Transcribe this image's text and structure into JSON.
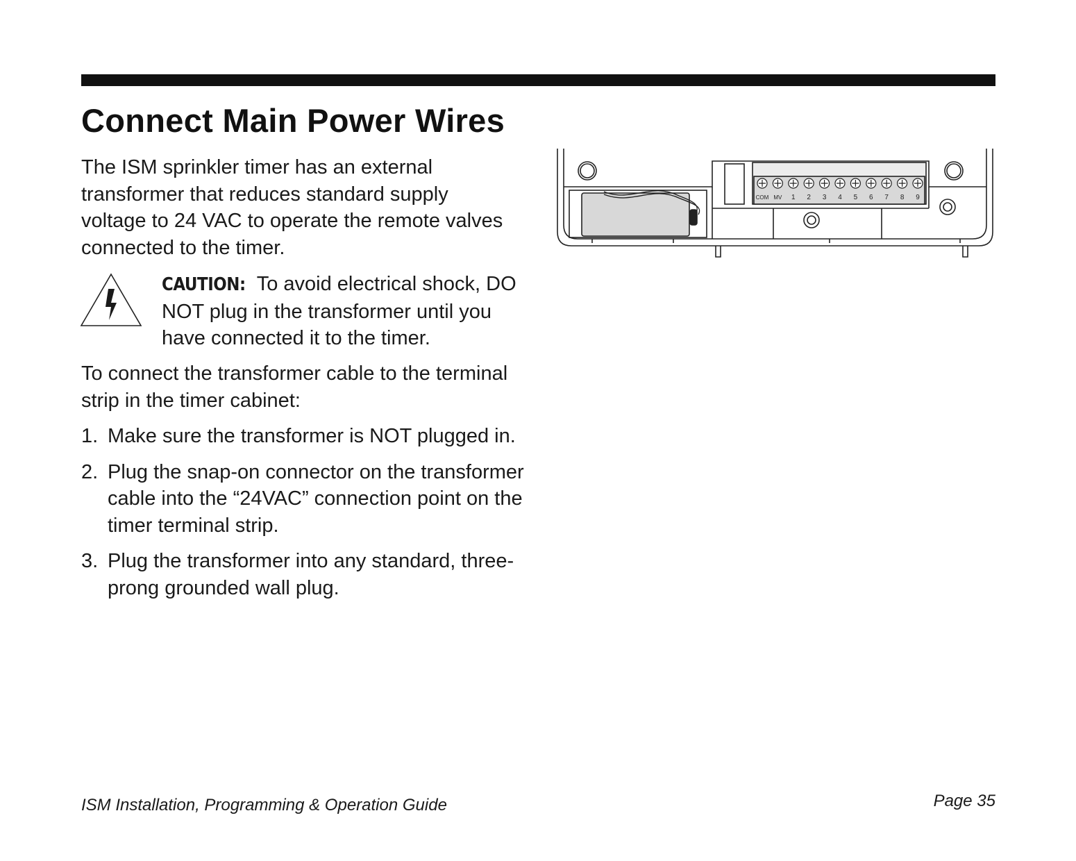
{
  "page": {
    "title": "Connect Main Power Wires",
    "intro": "The ISM sprinkler timer has an external transformer that reduces standard supply voltage to 24 VAC to operate the remote valves connected to the timer.",
    "caution": {
      "label": "CAUTION:",
      "text": " To avoid electrical shock, DO NOT plug in the transformer until you have connected it to the timer."
    },
    "connect_intro": "To connect the transformer cable to the terminal strip in the timer cabinet:",
    "steps": [
      {
        "num": "1.",
        "text": "Make sure the transformer is NOT plugged in."
      },
      {
        "num": "2.",
        "text": "Plug the snap-on connector on the transformer cable into the “24VAC” connection point on the timer terminal strip."
      },
      {
        "num": "3.",
        "text": "Plug the transformer into any standard, three-prong grounded wall plug."
      }
    ]
  },
  "diagram": {
    "terminal_labels": [
      "COM",
      "MV",
      "1",
      "2",
      "3",
      "4",
      "5",
      "6",
      "7",
      "8",
      "9"
    ]
  },
  "footer": {
    "guide_title": "ISM Installation, Programming & Operation Guide",
    "page_number": "Page 35"
  }
}
